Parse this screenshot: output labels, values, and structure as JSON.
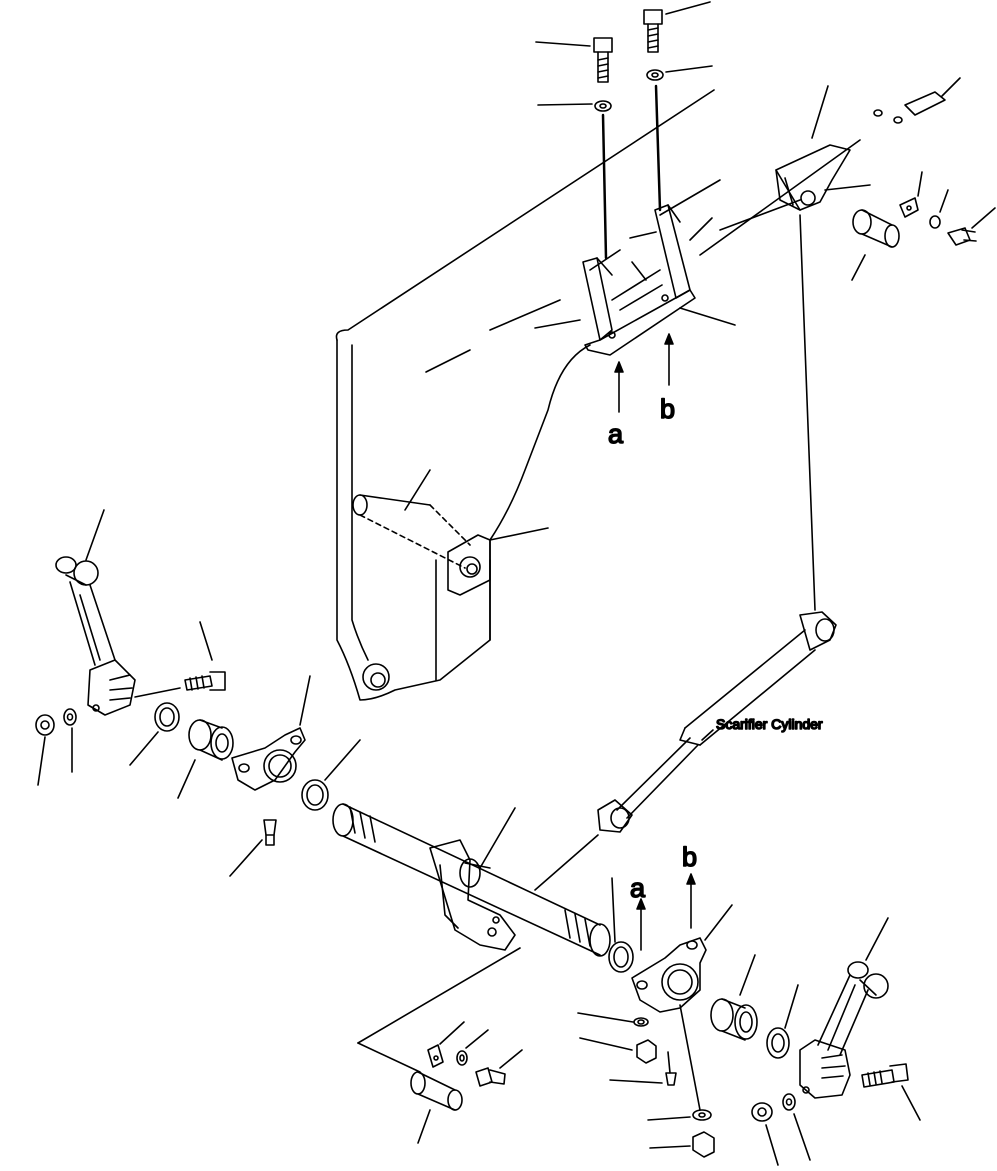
{
  "diagram": {
    "callouts": {
      "a_upper": "a",
      "b_upper": "b",
      "a_lower": "a",
      "b_lower": "b"
    },
    "cylinder_label": "Scarifier Cylinder"
  }
}
